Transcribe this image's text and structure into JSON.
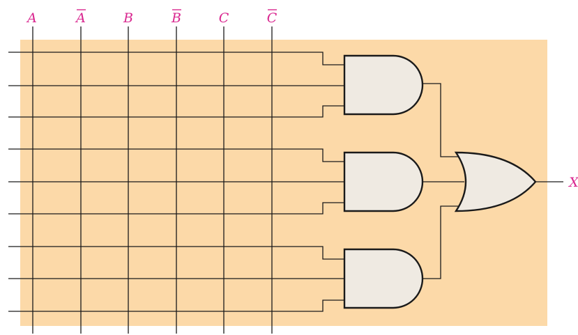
{
  "diagram": {
    "input_labels": [
      {
        "text": "A",
        "overbar": false
      },
      {
        "text": "A",
        "overbar": true
      },
      {
        "text": "B",
        "overbar": false
      },
      {
        "text": "B",
        "overbar": true
      },
      {
        "text": "C",
        "overbar": false
      },
      {
        "text": "C",
        "overbar": true
      }
    ],
    "output_label": "X",
    "colors": {
      "array_background": "#fcd9a8",
      "gate_fill": "#efeae2",
      "label_color": "#d9268f",
      "wire_color": "#1a1a1a"
    },
    "gates": {
      "and_gate_count": 3,
      "inputs_per_and_gate": 3,
      "or_gate_inputs": 3
    }
  }
}
